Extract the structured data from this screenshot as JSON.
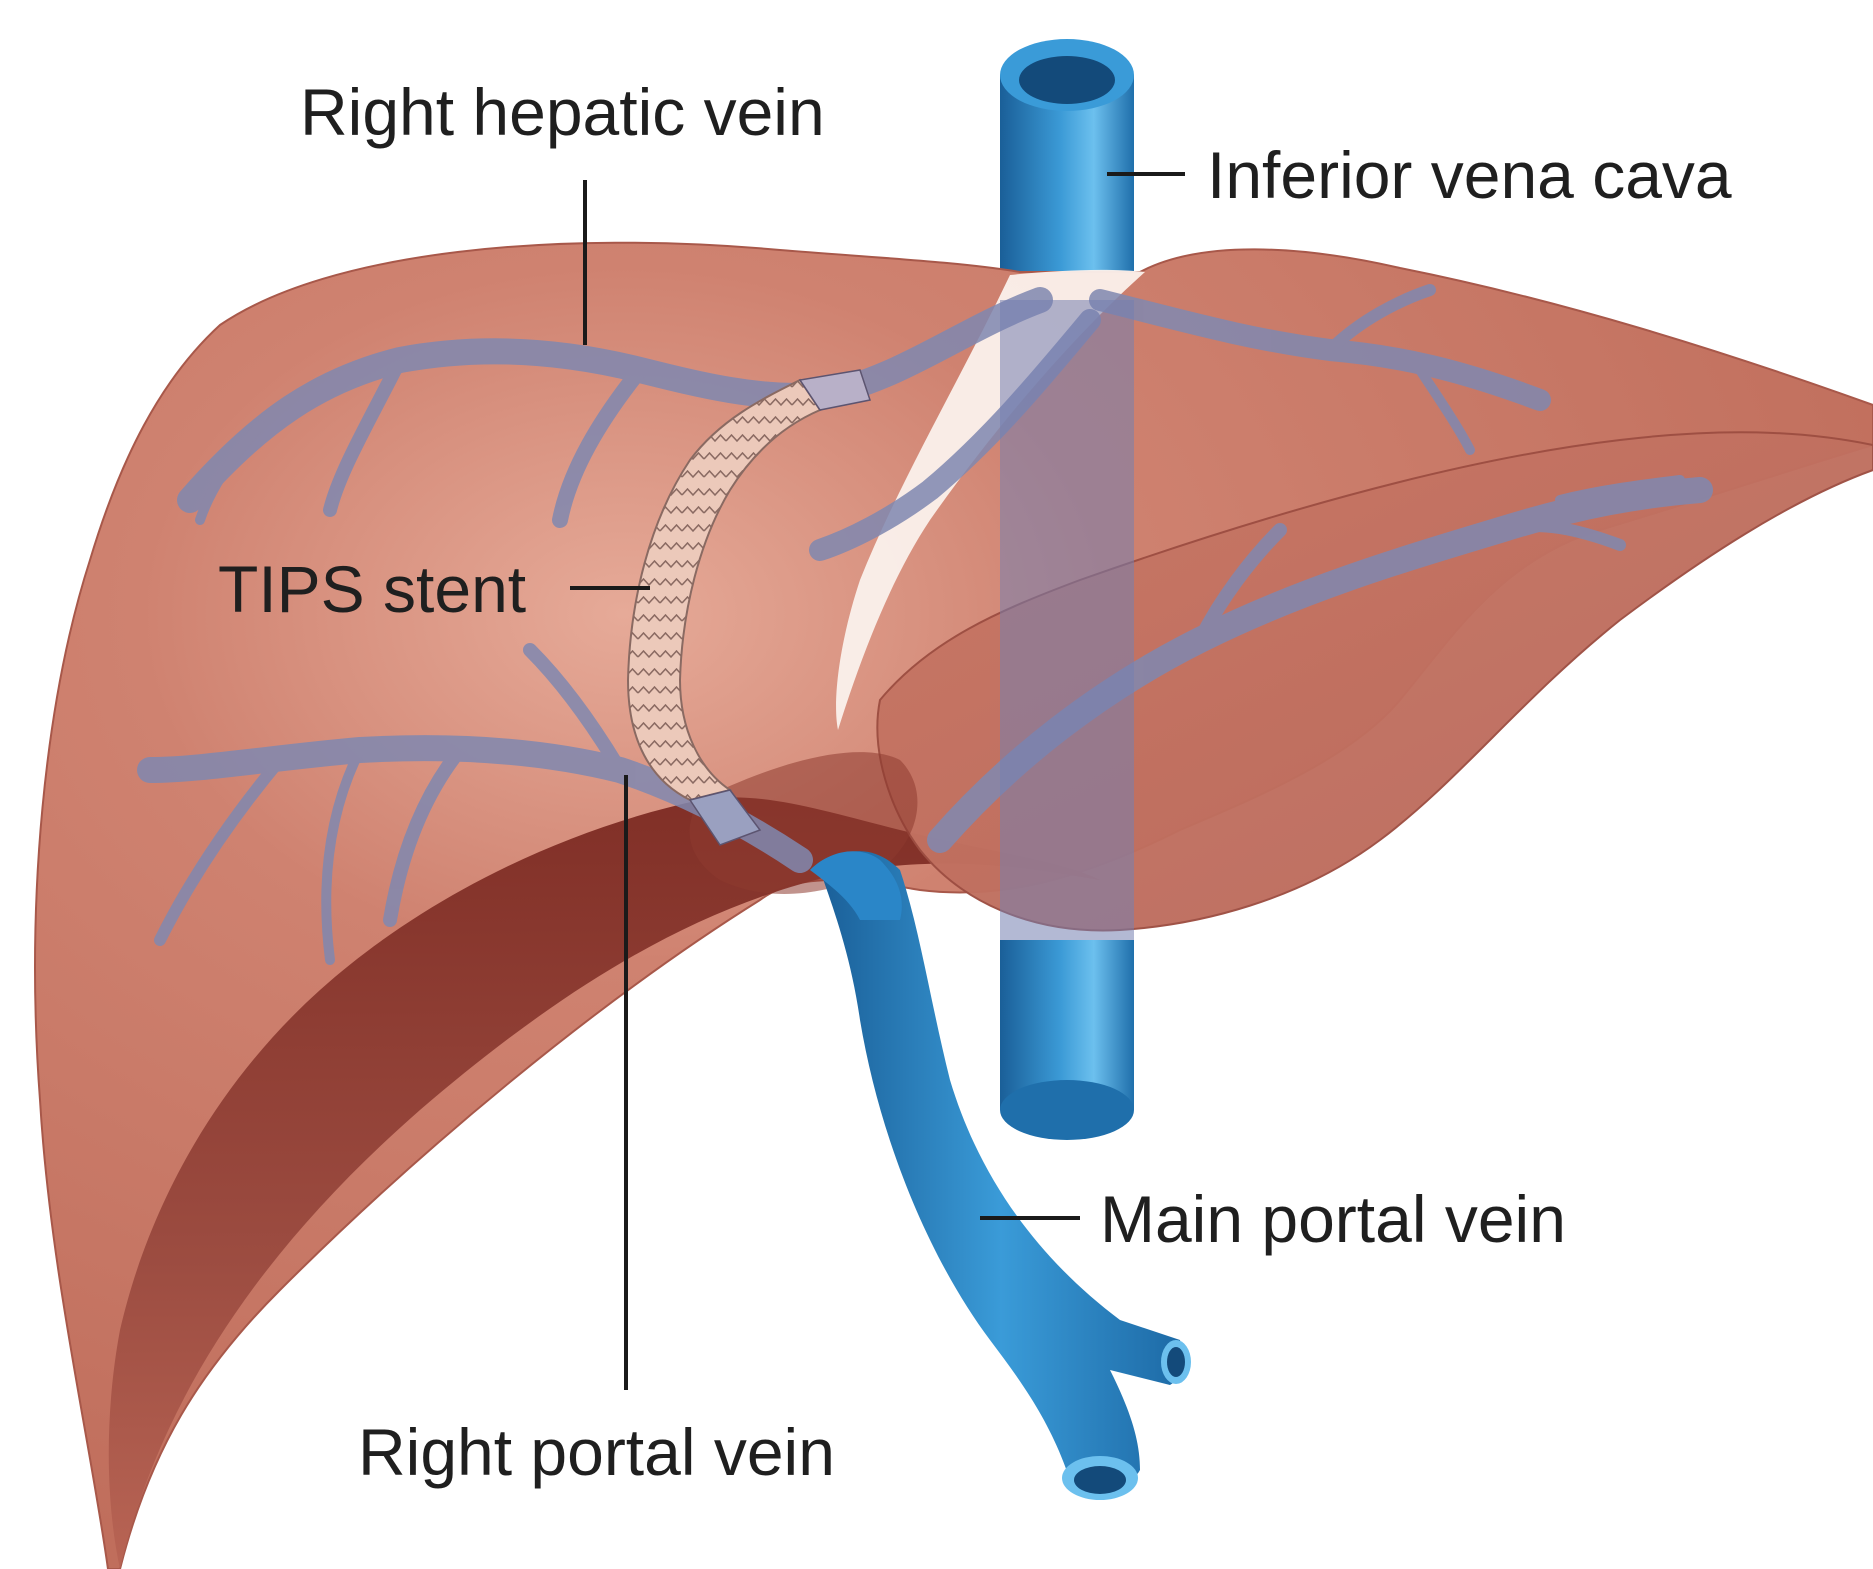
{
  "labels": {
    "right_hepatic_vein": "Right hepatic vein",
    "inferior_vena_cava": "Inferior vena cava",
    "tips_stent": "TIPS stent",
    "main_portal_vein": "Main portal vein",
    "right_portal_vein": "Right portal vein"
  },
  "colors": {
    "background": "#ffffff",
    "liver": "#c97866",
    "liver_dark": "#8e3a30",
    "vein_blue": "#2a86c8",
    "vein_dark": "#1a5f98",
    "vein_light": "#6cc0ee",
    "intrahepatic_vein": "#7f86ad",
    "stent": "#e9c4b4"
  }
}
